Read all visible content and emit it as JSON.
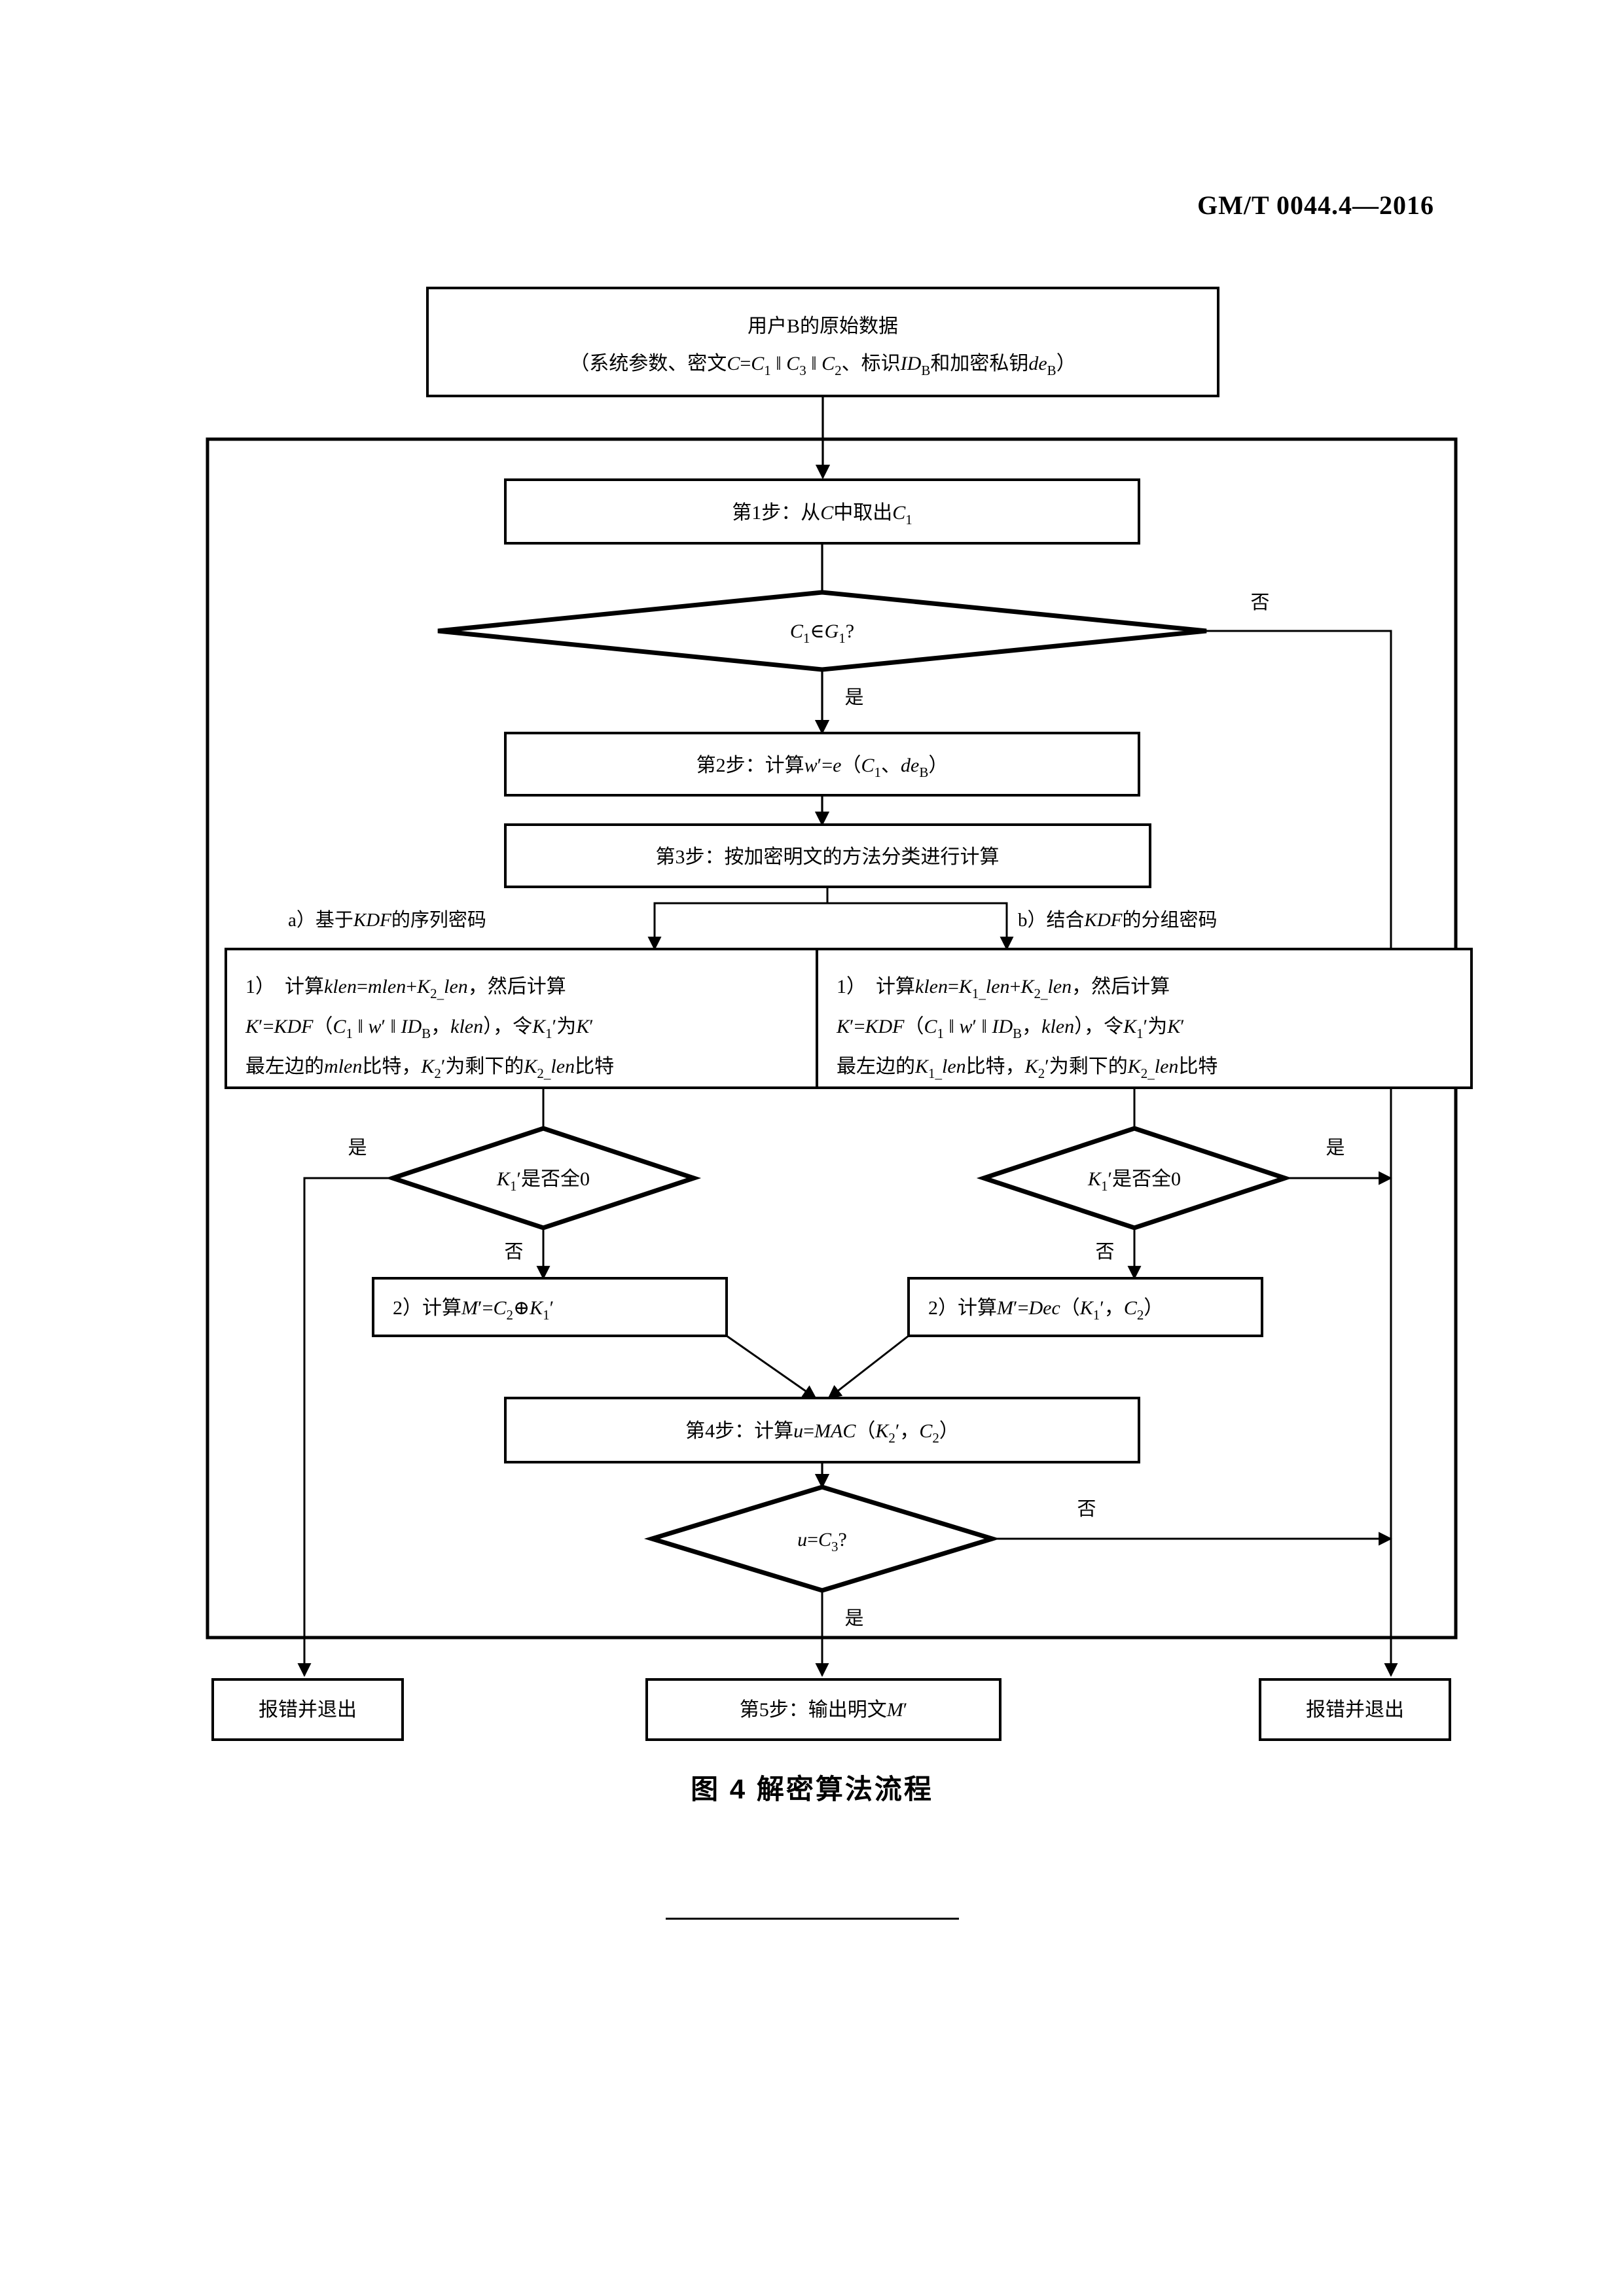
{
  "document": {
    "standard_number": "GM/T 0044.4—2016",
    "figure_caption": "图 4   解密算法流程"
  },
  "flowchart": {
    "title": "解密算法流程",
    "nodes": {
      "input": {
        "type": "process-box",
        "line1": "用户B的原始数据",
        "line2_prefix": "（系统参数、密文",
        "line2_formula": "C=C1 ‖ C3 ‖ C2",
        "line2_mid": "、标识",
        "line2_id": "IDB",
        "line2_suffix": "和加密私钥",
        "line2_key": "deB",
        "line2_end": "）",
        "full_text": "用户B的原始数据 （系统参数、密文C=C1‖C3‖C2、标识IDB和加密私钥deB）"
      },
      "step1": {
        "type": "process-box",
        "text": "第1步：从C中取出C1"
      },
      "decision1": {
        "type": "decision",
        "text": "C1∈G1?",
        "yes_label": "是",
        "no_label": "否"
      },
      "step2": {
        "type": "process-box",
        "text": "第2步：计算w′=e（C1、deB）"
      },
      "step3": {
        "type": "process-box",
        "text": "第3步：按加密明文的方法分类进行计算"
      },
      "branch_a_label": "a）基于KDF的序列密码",
      "branch_b_label": "b）结合KDF的分组密码",
      "box_a1": {
        "type": "process-box",
        "line1": "1）  计算klen=mlen+K2_len，然后计算",
        "line2": "K′=KDF（C1 ‖ w′ ‖ IDB，klen），令K1′为K′",
        "line3": "最左边的mlen比特，K2′为剩下的K2_len比特"
      },
      "box_b1": {
        "type": "process-box",
        "line1": "1）  计算klen=K1_len+K2_len，然后计算",
        "line2": "K′=KDF（C1 ‖ w′ ‖ IDB，klen），令K1′为K′",
        "line3": "最左边的K1_len比特，K2′为剩下的K2_len比特"
      },
      "decision_a": {
        "type": "decision",
        "text": "K1′是否全0",
        "yes_label": "是",
        "no_label": "否"
      },
      "decision_b": {
        "type": "decision",
        "text": "K1′是否全0",
        "yes_label": "是",
        "no_label": "否"
      },
      "box_a2": {
        "type": "process-box",
        "text": "2）计算M′=C2⊕K1′"
      },
      "box_b2": {
        "type": "process-box",
        "text": "2）计算M′=Dec（K1′，C2）"
      },
      "step4": {
        "type": "process-box",
        "text": "第4步：计算u=MAC（K2′，C2）"
      },
      "decision2": {
        "type": "decision",
        "text": "u=C3?",
        "yes_label": "是",
        "no_label": "否"
      },
      "error_left": {
        "type": "terminal-box",
        "text": "报错并退出"
      },
      "step5": {
        "type": "terminal-box",
        "text": "第5步：输出明文M′"
      },
      "error_right": {
        "type": "terminal-box",
        "text": "报错并退出"
      }
    },
    "edge_labels": {
      "d1_no": "否",
      "d1_yes": "是",
      "da_yes": "是",
      "da_no": "否",
      "db_yes": "是",
      "db_no": "否",
      "d2_no": "否",
      "d2_yes": "是"
    },
    "colors": {
      "stroke": "#000000",
      "fill": "#ffffff",
      "text": "#000000"
    }
  }
}
